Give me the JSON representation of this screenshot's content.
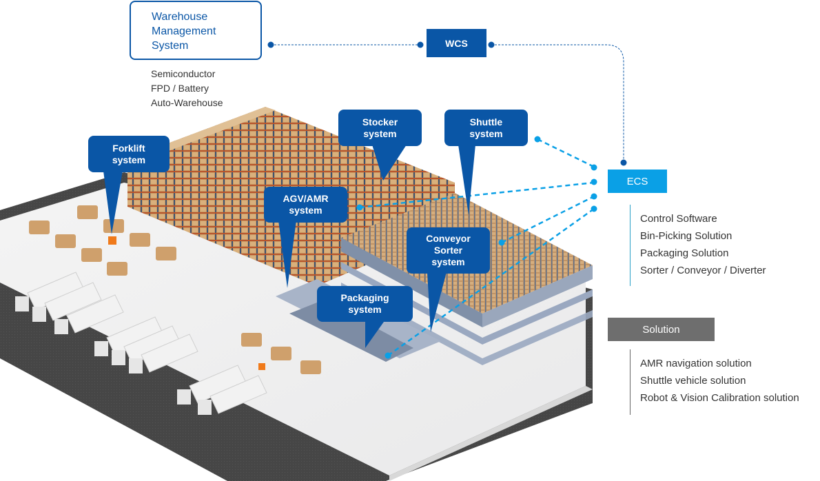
{
  "diagram": {
    "wms": {
      "title": "Warehouse\nManagement\nSystem",
      "industries": [
        "Semiconductor",
        "FPD / Battery",
        "Auto-Warehouse"
      ]
    },
    "wcs": {
      "label": "WCS"
    },
    "ecs": {
      "label": "ECS",
      "items": [
        "Control Software",
        "Bin-Picking Solution",
        "Packaging Solution",
        "Sorter / Conveyor / Diverter"
      ]
    },
    "solution": {
      "label": "Solution",
      "items": [
        "AMR navigation solution",
        "Shuttle vehicle solution",
        "Robot & Vision Calibration solution"
      ]
    },
    "callouts": [
      {
        "id": "forklift",
        "label": "Forklift\nsystem"
      },
      {
        "id": "stocker",
        "label": "Stocker\nsystem"
      },
      {
        "id": "shuttle",
        "label": "Shuttle\nsystem"
      },
      {
        "id": "agv-amr",
        "label": "AGV/AMR\nsystem"
      },
      {
        "id": "conveyor-sorter",
        "label": "Conveyor\nSorter\nsystem"
      },
      {
        "id": "packaging",
        "label": "Packaging\nsystem"
      }
    ],
    "colors": {
      "primary_blue": "#0a56a6",
      "ecs_cyan": "#0aa0e6",
      "solution_gray": "#6e6e6e",
      "text_dark": "#333333"
    }
  }
}
